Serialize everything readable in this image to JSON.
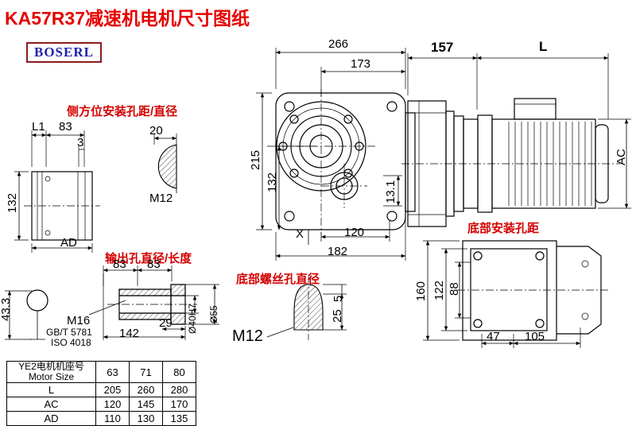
{
  "page": {
    "title": "KA57R37减速机电机尺寸图纸",
    "logo": "BOSERL"
  },
  "labels": {
    "side_mount": "侧方位安装孔距/直径",
    "output_hole": "输出孔直径/长度",
    "bottom_screw": "底部螺丝孔直径",
    "bottom_mount": "底部安装孔距"
  },
  "dims": {
    "front": {
      "w266": "266",
      "w173": "173",
      "h215": "215",
      "h132": "132",
      "w120": "120",
      "w182": "182",
      "x_mark": "X",
      "d13_1": "13.1"
    },
    "side": {
      "w157": "157",
      "wL": "L",
      "hAC": "AC"
    },
    "left_view": {
      "L1": "L1",
      "w83": "83",
      "w3": "3",
      "w20": "20",
      "M12": "M12",
      "h132": "132",
      "AD": "AD"
    },
    "output": {
      "w83a": "83",
      "w83b": "83",
      "M16": "M16",
      "gbt": "GB/T 5781",
      "iso": "ISO 4018",
      "w29": "29",
      "w142": "142",
      "d40": "Ø40H7",
      "d55": "Ø55",
      "h43_3": "43.3"
    },
    "bottom_screw": {
      "M12": "M12",
      "h5": "5",
      "h25": "25"
    },
    "bottom": {
      "h160": "160",
      "h122": "122",
      "h88": "88",
      "w47": "47",
      "w105": "105"
    }
  },
  "table": {
    "header_cn": "YE2电机机座号",
    "header_en": "Motor Size",
    "columns": [
      "63",
      "71",
      "80"
    ],
    "rows": [
      {
        "label": "L",
        "values": [
          "205",
          "260",
          "280"
        ]
      },
      {
        "label": "AC",
        "values": [
          "120",
          "145",
          "170"
        ]
      },
      {
        "label": "AD",
        "values": [
          "110",
          "130",
          "135"
        ]
      }
    ]
  }
}
